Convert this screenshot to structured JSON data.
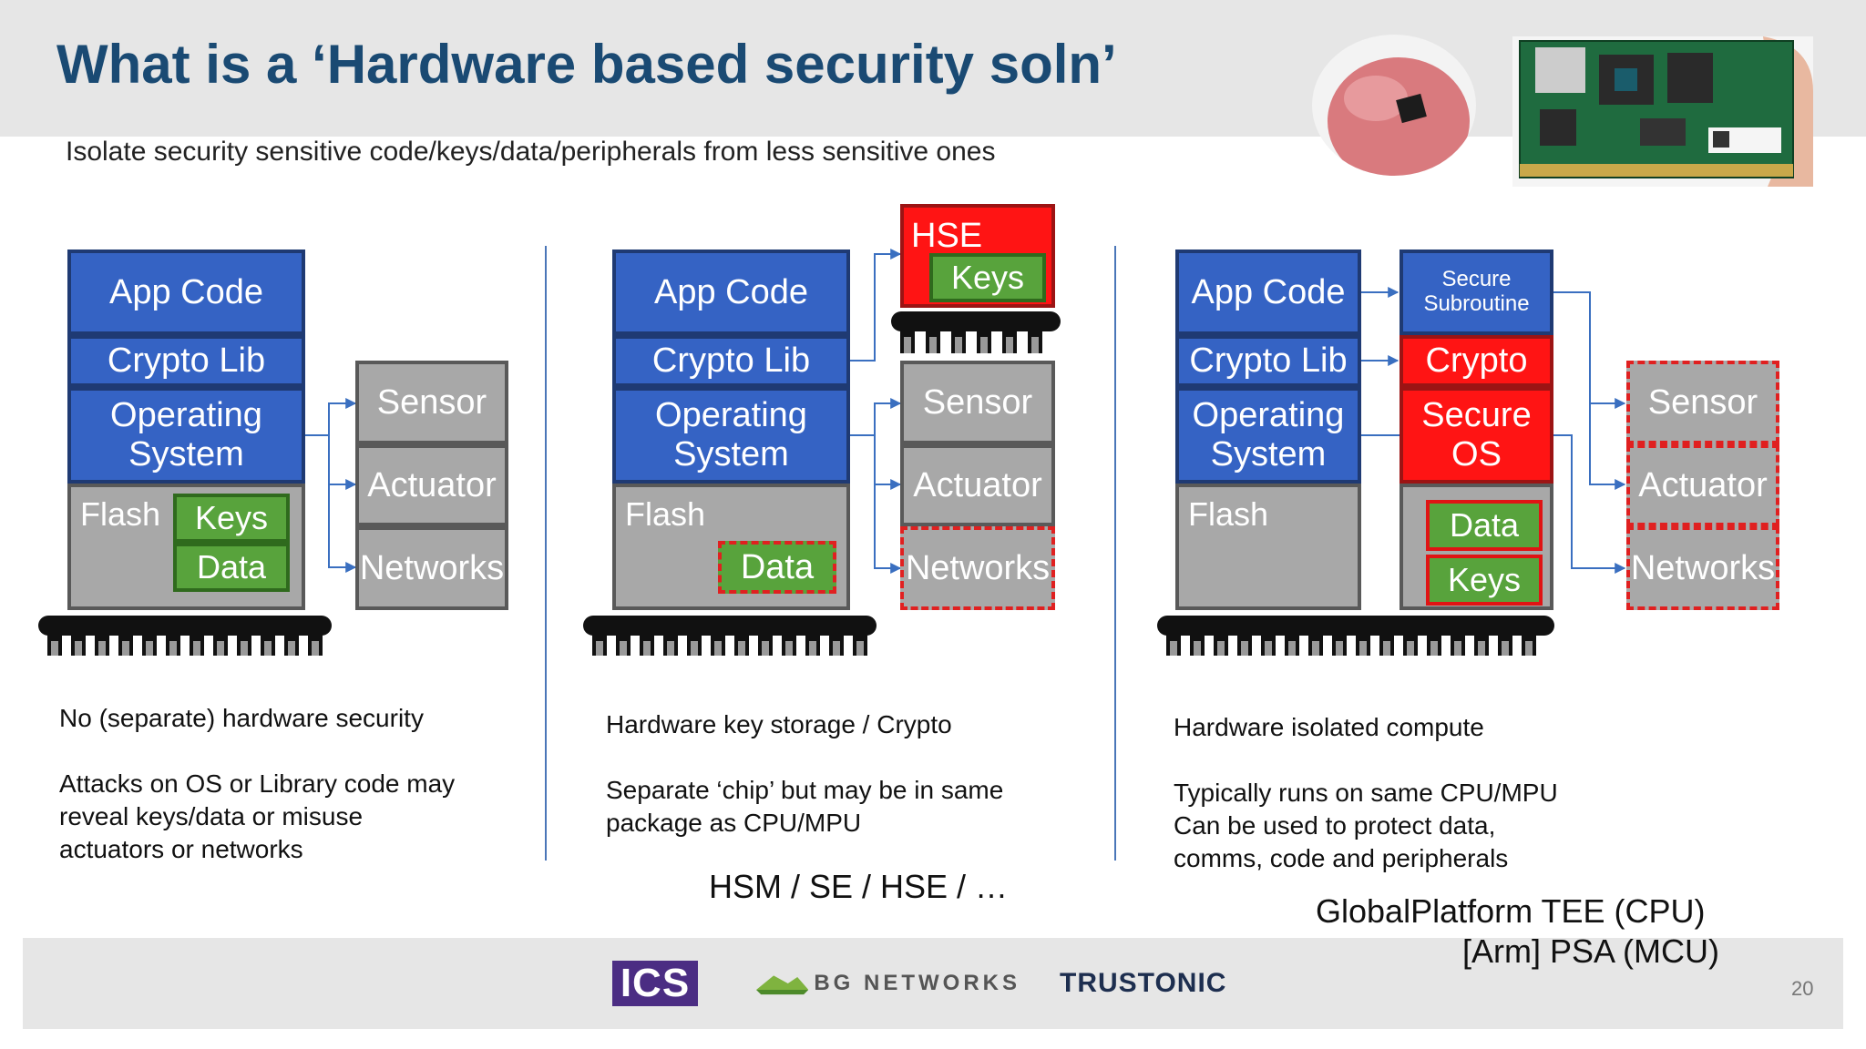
{
  "slide": {
    "title": "What is a ‘Hardware based security soln’",
    "subtitle": "Isolate security sensitive code/keys/data/peripherals from less sensitive ones",
    "page_number": "20"
  },
  "diagram1": {
    "app_code": "App Code",
    "crypto_lib": "Crypto Lib",
    "operating_system": "Operating System",
    "flash": "Flash",
    "keys": "Keys",
    "data": "Data",
    "sensor": "Sensor",
    "actuator": "Actuator",
    "networks": "Networks",
    "caption_heading": "No (separate) hardware security",
    "caption_lines": [
      "Attacks on OS or Library code may",
      "reveal keys/data or misuse",
      "actuators or networks"
    ]
  },
  "diagram2": {
    "hse": "HSE",
    "keys": "Keys",
    "app_code": "App Code",
    "crypto_lib": "Crypto Lib",
    "operating_system": "Operating System",
    "flash": "Flash",
    "data": "Data",
    "sensor": "Sensor",
    "actuator": "Actuator",
    "networks": "Networks",
    "caption_heading": "Hardware key storage / Crypto",
    "caption_lines": [
      "Separate ‘chip’ but may be in same",
      "package as CPU/MPU"
    ],
    "big_caption": "HSM / SE / HSE / …"
  },
  "diagram3": {
    "app_code": "App Code",
    "crypto_lib": "Crypto Lib",
    "operating_system": "Operating System",
    "flash": "Flash",
    "secure_subroutine": "Secure Subroutine",
    "crypto": "Crypto",
    "secure_os": "Secure OS",
    "data": "Data",
    "keys": "Keys",
    "sensor": "Sensor",
    "actuator": "Actuator",
    "networks": "Networks",
    "caption_heading": "Hardware isolated compute",
    "caption_lines": [
      "Typically runs on same CPU/MPU",
      "Can be used to protect data,",
      "comms, code and peripherals"
    ],
    "big_caption_1": "GlobalPlatform TEE (CPU)",
    "big_caption_2": "[Arm] PSA (MCU)"
  },
  "logos": {
    "ics": "ICS",
    "bg_networks": "BG NETWORKS",
    "trustonic": "TRUSTONIC"
  },
  "colors": {
    "title": "#1a4a73",
    "blue_block": "#3563c4",
    "grey_block": "#a8a8a8",
    "green_block": "#58a33c",
    "red_block": "#ff1414"
  }
}
